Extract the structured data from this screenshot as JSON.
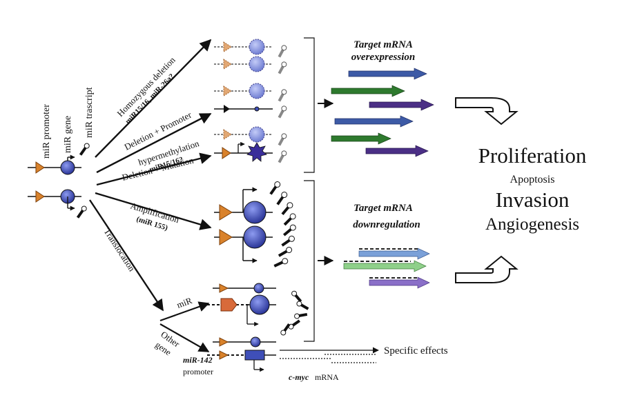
{
  "labels": {
    "mir_promoter": "miR promoter",
    "mir_gene": "miR gene",
    "mir_transcript": "miR trascript",
    "homozygous_deletion": "Homozygous deletion",
    "homozygous_mirs": "miR15/16, miR-26a?",
    "deletion_promoter": "Deletion + Promoter",
    "hypermethylation": "hypermethylation",
    "hyper_mirs": "miR15/16?",
    "deletion_mutation": "Deletion + Mutation",
    "amplification": "Amplification",
    "amplification_mir": "(miR 155)",
    "translocation": "Translocation",
    "mir_branch": "miR",
    "other_gene_1": "Other",
    "other_gene_2": "gene",
    "mir142": "miR-142",
    "promoter": "promoter",
    "cmyc": "c-myc",
    "mrna": "mRNA",
    "specific_effects": "Specific effects",
    "target_over_1": "Target mRNA",
    "target_over_2": "overexpression",
    "target_down_1": "Target mRNA",
    "target_down_2": "downregulation"
  },
  "outcomes": {
    "proliferation": "Proliferation",
    "apoptosis": "Apoptosis",
    "invasion": "Invasion",
    "angiogenesis": "Angiogenesis"
  },
  "colors": {
    "promoter": "#d9822b",
    "gene": "#3f4fb8",
    "arrow_blue": "#3d5aa6",
    "arrow_green": "#2e7a2e",
    "arrow_purple": "#4b2f86",
    "arrow_light_blue": "#7aa0d8",
    "arrow_light_green": "#8fd08a",
    "arrow_light_purple": "#8a6fc8"
  }
}
